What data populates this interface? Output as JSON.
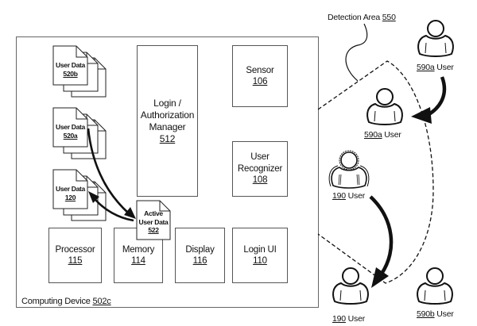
{
  "diagram": {
    "container": {
      "label": "Computing Device ",
      "ref": "502c"
    },
    "components": {
      "login_manager": {
        "lines": [
          "Login /",
          "Authorization",
          "Manager"
        ],
        "ref": "512"
      },
      "sensor": {
        "lines": [
          "Sensor"
        ],
        "ref": "106"
      },
      "user_recognizer": {
        "lines": [
          "User",
          "Recognizer"
        ],
        "ref": "108"
      },
      "processor": {
        "lines": [
          "Processor"
        ],
        "ref": "115"
      },
      "memory": {
        "lines": [
          "Memory"
        ],
        "ref": "114"
      },
      "display": {
        "lines": [
          "Display"
        ],
        "ref": "116"
      },
      "login_ui": {
        "lines": [
          "Login UI"
        ],
        "ref": "110"
      }
    },
    "documents": {
      "user_data_520b": {
        "label": "User Data",
        "ref": "520b"
      },
      "user_data_520a": {
        "label": "User Data",
        "ref": "520a"
      },
      "user_data_120": {
        "label": "User Data",
        "ref": "120"
      },
      "active_user_data": {
        "lines": [
          "Active",
          "User Data"
        ],
        "ref": "522"
      }
    },
    "detection_area": {
      "label": "Detection Area ",
      "ref": "550"
    },
    "users": {
      "user_590a_outside": {
        "ref": "590a",
        "label": " User"
      },
      "user_590a_inside": {
        "ref": "590a",
        "label": " User"
      },
      "user_190_top": {
        "ref": "190",
        "label": " User"
      },
      "user_190_bottom": {
        "ref": "190",
        "label": " User"
      },
      "user_590b": {
        "ref": "590b",
        "label": " User"
      }
    },
    "colors": {
      "line": "#111111",
      "box_border": "#555555",
      "background": "#ffffff"
    }
  }
}
